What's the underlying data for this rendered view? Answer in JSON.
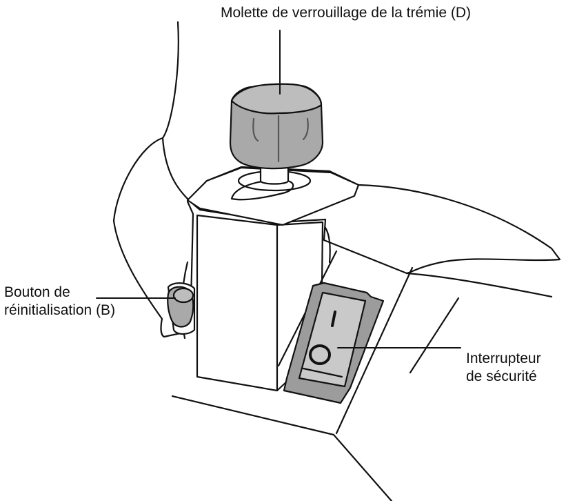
{
  "labels": {
    "hopper_lock_knob": "Molette de verrouillage de la trémie (D)",
    "reset_button_line1": "Bouton de",
    "reset_button_line2": "réinitialisation (B)",
    "safety_switch_line1": "Interrupteur",
    "safety_switch_line2": "de sécurité",
    "switch_on_symbol": "I",
    "switch_off_symbol": "O"
  },
  "colors": {
    "ink": "#111111",
    "knob_fill": "#a9a9a9",
    "knob_shade": "#8e8e8e",
    "switch_housing": "#9c9c9c",
    "switch_rocker": "#c9c9c9",
    "background": "#ffffff"
  }
}
